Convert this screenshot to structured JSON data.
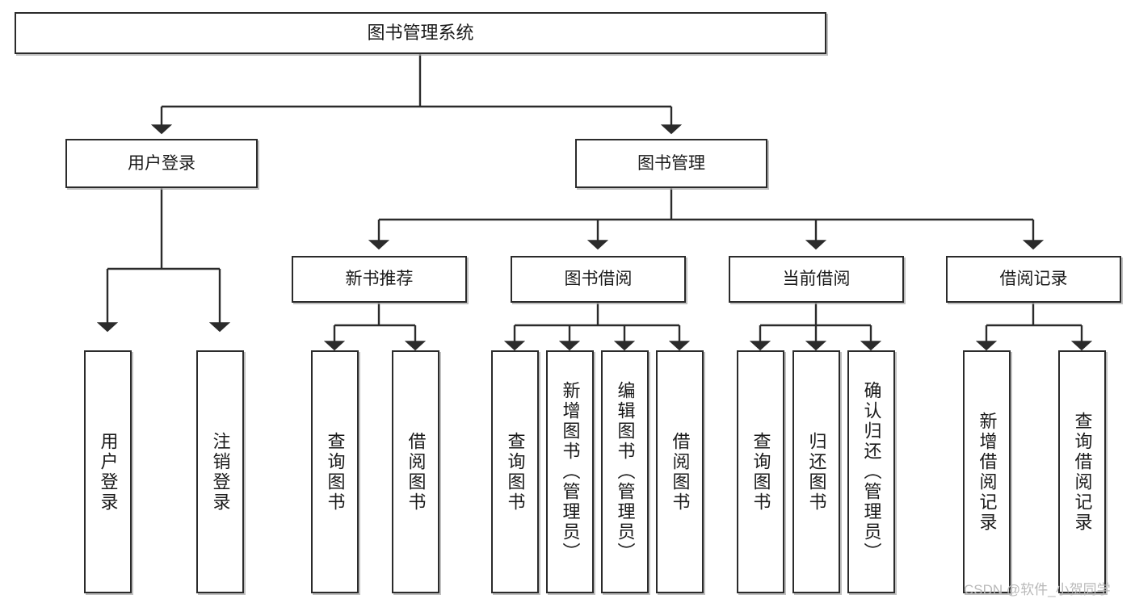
{
  "diagram": {
    "title": "图书管理系统",
    "type": "hierarchy-tree",
    "watermark": "CSDN @软件_小贺同学",
    "colors": {
      "box_border": "#2b2b2b",
      "box_fill": "#ffffff",
      "connector": "#2b2b2b",
      "shadow": "#aaaaaa",
      "watermark": "#b9b9b9",
      "background": "#ffffff"
    },
    "nodes": {
      "root": {
        "label": "图书管理系统"
      },
      "level2": [
        {
          "id": "user-login",
          "label": "用户登录"
        },
        {
          "id": "book-management",
          "label": "图书管理"
        }
      ],
      "level3": [
        {
          "id": "new-book-recommend",
          "label": "新书推荐"
        },
        {
          "id": "book-borrow",
          "label": "图书借阅"
        },
        {
          "id": "current-borrow",
          "label": "当前借阅"
        },
        {
          "id": "borrow-record",
          "label": "借阅记录"
        }
      ],
      "leaves": {
        "user_login": [
          {
            "id": "leaf-user-login",
            "label": "用户登录"
          },
          {
            "id": "leaf-logout",
            "label": "注销登录"
          }
        ],
        "new_book_recommend": [
          {
            "id": "leaf-query-book-1",
            "label": "查询图书"
          },
          {
            "id": "leaf-borrow-book-1",
            "label": "借阅图书"
          }
        ],
        "book_borrow": [
          {
            "id": "leaf-query-book-2",
            "label": "查询图书"
          },
          {
            "id": "leaf-add-book",
            "label": "新增图书（管理员）"
          },
          {
            "id": "leaf-edit-book",
            "label": "编辑图书（管理员）"
          },
          {
            "id": "leaf-borrow-book-2",
            "label": "借阅图书"
          }
        ],
        "current_borrow": [
          {
            "id": "leaf-query-book-3",
            "label": "查询图书"
          },
          {
            "id": "leaf-return-book",
            "label": "归还图书"
          },
          {
            "id": "leaf-confirm-return",
            "label": "确认归还（管理员）"
          }
        ],
        "borrow_record": [
          {
            "id": "leaf-add-record",
            "label": "新增借阅记录"
          },
          {
            "id": "leaf-query-record",
            "label": "查询借阅记录"
          }
        ]
      }
    }
  }
}
